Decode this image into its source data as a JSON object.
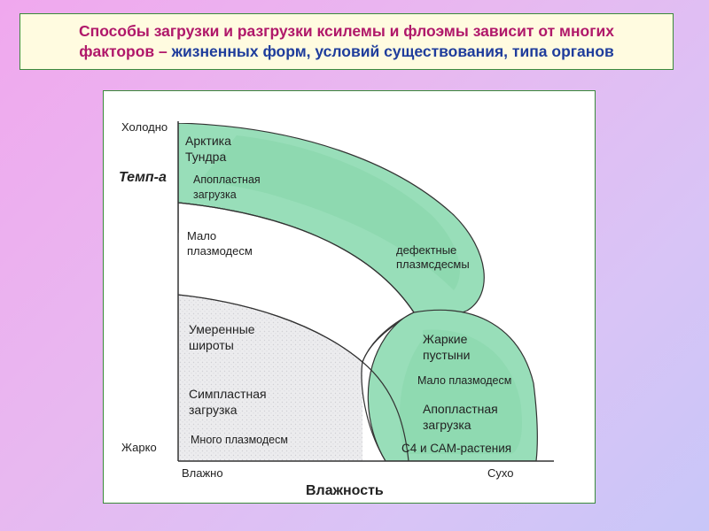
{
  "title": {
    "line1": "Способы загрузки и разгрузки ксилемы и флоэмы зависит от многих",
    "line2_part1": "факторов – ",
    "line2_part2": "жизненных форм, условий существования, типа органов"
  },
  "diagram": {
    "y_axis": {
      "label": "Темп-а",
      "top": "Холодно",
      "bottom": "Жарко"
    },
    "x_axis": {
      "label": "Влажность",
      "left": "Влажно",
      "right": "Сухо"
    },
    "regions": {
      "arctic": {
        "line1": "Арктика",
        "line2": "Тундра",
        "load1": "Апопластная",
        "load2": "загрузка"
      },
      "middle": {
        "line1": "Мало",
        "line2": "плазмодесм",
        "defect1": "дефектные",
        "defect2": "плазмсдесмы"
      },
      "temperate": {
        "line1": "Умеренные",
        "line2": "широты",
        "load1": "Симпластная",
        "load2": "загрузка",
        "note": "Много плазмодесм"
      },
      "desert": {
        "line1": "Жаркие",
        "line2": "пустыни",
        "note": "Мало плазмодесм",
        "load1": "Апопластная",
        "load2": "загрузка",
        "plants": "С4 и САМ-растения"
      }
    },
    "colors": {
      "green_fill": "#8fdcb4",
      "green_light": "#bdeed2",
      "gray_fill": "#e8e8ea",
      "outline": "#333333"
    }
  }
}
